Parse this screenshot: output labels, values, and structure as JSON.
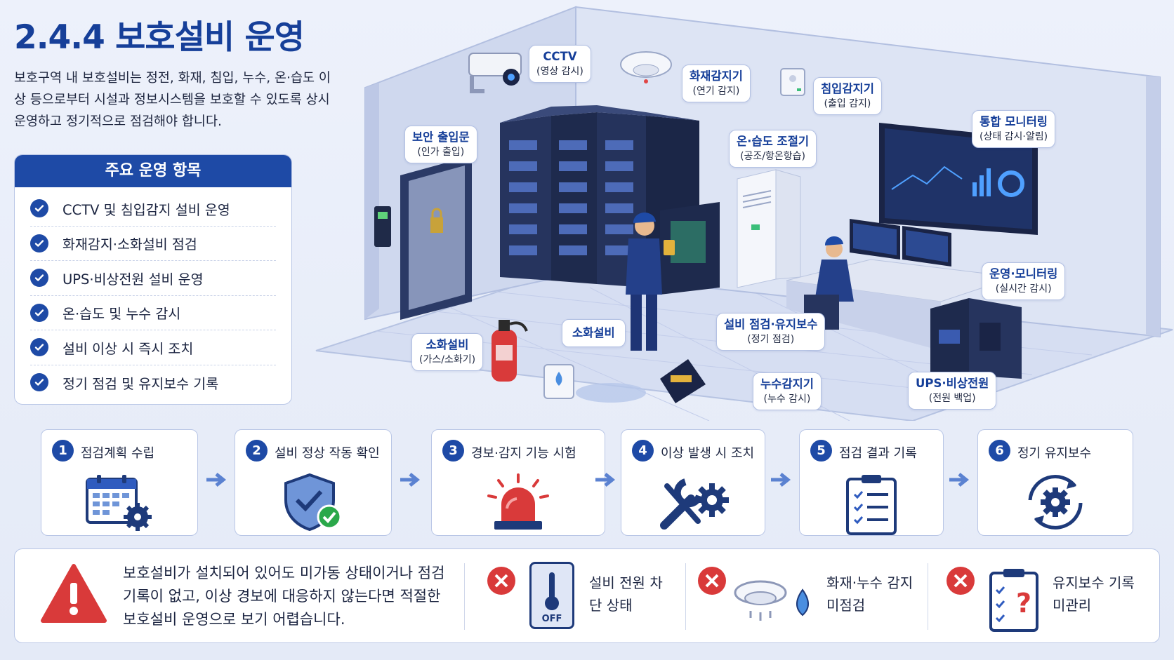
{
  "title": "2.4.4 보호설비 운영",
  "intro": "보호구역 내 보호설비는 정전, 화재, 침입, 누수, 온·습도 이상 등으로부터 시설과 정보시스템을 보호할 수 있도록 상시 운영하고 정기적으로 점검해야 합니다.",
  "operations": {
    "header": "주요 운영 항목",
    "items": [
      "CCTV 및 침입감지 설비 운영",
      "화재감지·소화설비 점검",
      "UPS·비상전원 설비 운영",
      "온·습도 및 누수 감시",
      "설비 이상 시 즉시 조치",
      "정기 점검 및 유지보수 기록"
    ]
  },
  "callouts": {
    "cctv": {
      "title": "CCTV",
      "sub": "(영상 감시)"
    },
    "fire_detector": {
      "title": "화재감지기",
      "sub": "(연기 감지)"
    },
    "intrusion": {
      "title": "침입감지기",
      "sub": "(출입 감지)"
    },
    "monitoring": {
      "title": "통합 모니터링",
      "sub": "(상태 감시·알림)"
    },
    "door": {
      "title": "보안 출입문",
      "sub": "(인가 출입)"
    },
    "hvac": {
      "title": "온·습도 조절기",
      "sub": "(공조/항온항습)"
    },
    "ops_monitor": {
      "title": "운영·모니터링",
      "sub": "(실시간 감시)"
    },
    "maintenance": {
      "title": "설비 점검·유지보수",
      "sub": "(정기 점검)"
    },
    "extinguisher_gas": {
      "title": "소화설비",
      "sub": "(가스/소화기)"
    },
    "extinguisher": {
      "title": "소화설비"
    },
    "leak": {
      "title": "누수감지기",
      "sub": "(누수 감시)"
    },
    "ups": {
      "title": "UPS·비상전원",
      "sub": "(전원 백업)"
    }
  },
  "steps": [
    {
      "num": "1",
      "label": "점검계획 수립",
      "icon": "calendar-gear-icon"
    },
    {
      "num": "2",
      "label": "설비 정상 작동 확인",
      "icon": "shield-check-icon"
    },
    {
      "num": "3",
      "label": "경보·감지 기능 시험",
      "icon": "alarm-light-icon"
    },
    {
      "num": "4",
      "label": "이상 발생 시 조치",
      "icon": "wrench-gear-icon"
    },
    {
      "num": "5",
      "label": "점검 결과 기록",
      "icon": "clipboard-checklist-icon"
    },
    {
      "num": "6",
      "label": "정기 유지보수",
      "icon": "cycle-gear-icon"
    }
  ],
  "warning": {
    "text": "보호설비가 설치되어 있어도 미가동 상태이거나 점검 기록이 없고, 이상 경보에 대응하지 않는다면 적절한 보호설비 운영으로 보기 어렵습니다.",
    "issues": [
      {
        "label": "설비 전원 차단 상태",
        "icon": "power-switch-off-icon",
        "switch_text": "OFF"
      },
      {
        "label": "화재·누수 감지 미점검",
        "icon": "smoke-detector-water-icon"
      },
      {
        "label": "유지보수 기록 미관리",
        "icon": "clipboard-question-icon"
      }
    ]
  },
  "colors": {
    "primary": "#1e4aa6",
    "title": "#163f99",
    "alert": "#d93a3a",
    "check": "#2aa84a"
  }
}
